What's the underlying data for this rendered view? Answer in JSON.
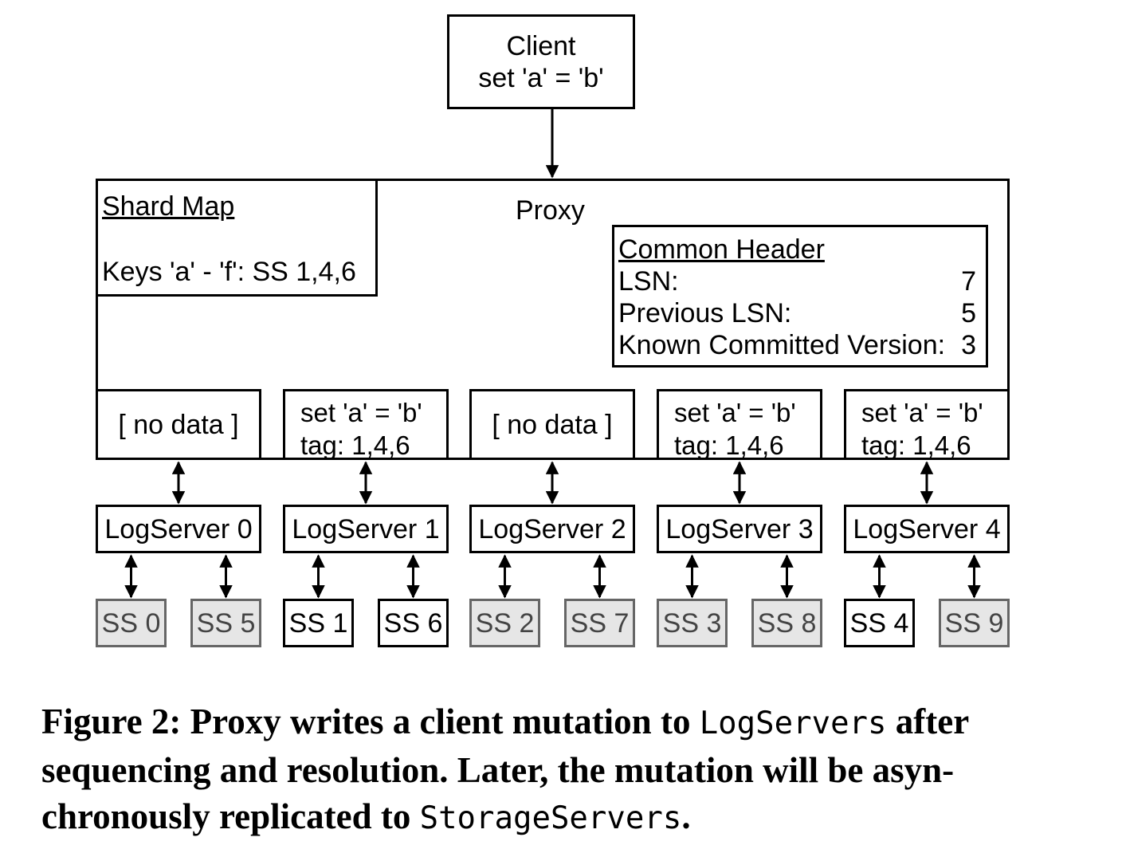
{
  "client": {
    "title": "Client",
    "command": "set 'a' = 'b'"
  },
  "proxy": {
    "title": "Proxy",
    "shard_map": {
      "title": "Shard Map",
      "entry": "Keys 'a' - 'f': SS 1,4,6"
    },
    "common_header": {
      "title": "Common Header",
      "rows": [
        {
          "label": "LSN:",
          "value": "7"
        },
        {
          "label": "Previous LSN:",
          "value": "5"
        },
        {
          "label": "Known Committed Version:",
          "value": "3"
        }
      ]
    },
    "buffers": [
      {
        "line1": "[ no data ]",
        "line2": ""
      },
      {
        "line1": "set 'a' = 'b'",
        "line2": "tag: 1,4,6"
      },
      {
        "line1": "[ no data ]",
        "line2": ""
      },
      {
        "line1": "set 'a' = 'b'",
        "line2": "tag: 1,4,6"
      },
      {
        "line1": "set 'a' = 'b'",
        "line2": "tag: 1,4,6"
      }
    ]
  },
  "logservers": [
    "LogServer 0",
    "LogServer 1",
    "LogServer 2",
    "LogServer 3",
    "LogServer 4"
  ],
  "storage_servers": [
    {
      "label": "SS 0",
      "tagged": false
    },
    {
      "label": "SS 5",
      "tagged": false
    },
    {
      "label": "SS 1",
      "tagged": true
    },
    {
      "label": "SS 6",
      "tagged": true
    },
    {
      "label": "SS 2",
      "tagged": false
    },
    {
      "label": "SS 7",
      "tagged": false
    },
    {
      "label": "SS 3",
      "tagged": false
    },
    {
      "label": "SS 8",
      "tagged": false
    },
    {
      "label": "SS 4",
      "tagged": true
    },
    {
      "label": "SS 9",
      "tagged": false
    }
  ],
  "colors": {
    "stroke": "#000000",
    "untagged_fill": "#e6e6e6",
    "untagged_border": "#666666"
  },
  "caption": {
    "p1": "Figure 2: Proxy writes a client mutation to ",
    "code1": "LogServers",
    "p2": " after sequencing and resolution. Later, the mutation will be asyn-chronously replicated to ",
    "code2": "StorageServers",
    "p3": "."
  }
}
